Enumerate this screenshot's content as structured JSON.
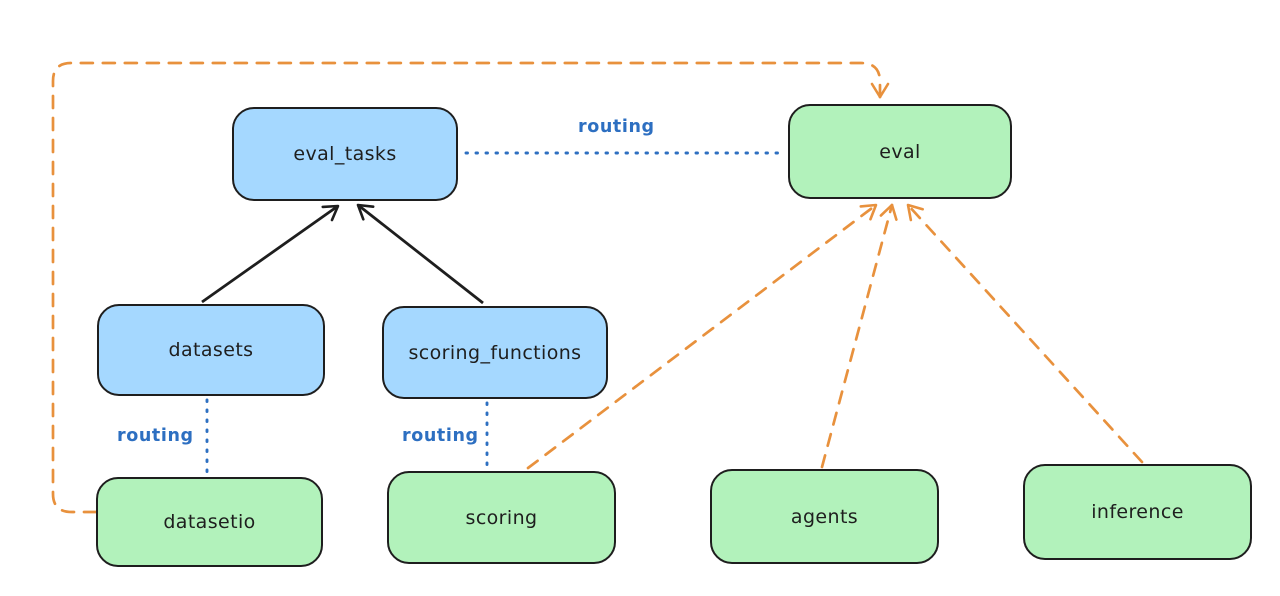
{
  "diagram": {
    "nodes": [
      {
        "id": "eval_tasks",
        "label": "eval_tasks",
        "fill": "#a5d8ff"
      },
      {
        "id": "eval",
        "label": "eval",
        "fill": "#b2f2bb"
      },
      {
        "id": "datasets",
        "label": "datasets",
        "fill": "#a5d8ff"
      },
      {
        "id": "scoring_functions",
        "label": "scoring_functions",
        "fill": "#a5d8ff"
      },
      {
        "id": "datasetio",
        "label": "datasetio",
        "fill": "#b2f2bb"
      },
      {
        "id": "scoring",
        "label": "scoring",
        "fill": "#b2f2bb"
      },
      {
        "id": "agents",
        "label": "agents",
        "fill": "#b2f2bb"
      },
      {
        "id": "inference",
        "label": "inference",
        "fill": "#b2f2bb"
      }
    ],
    "edges": [
      {
        "from": "datasets",
        "to": "eval_tasks",
        "style": "solid",
        "color": "#1e1e1e"
      },
      {
        "from": "scoring_functions",
        "to": "eval_tasks",
        "style": "solid",
        "color": "#1e1e1e"
      },
      {
        "from": "eval_tasks",
        "to": "eval",
        "style": "dotted",
        "label": "routing",
        "color": "#2d6fc1"
      },
      {
        "from": "datasets",
        "to": "datasetio",
        "style": "dotted",
        "label": "routing",
        "color": "#2d6fc1"
      },
      {
        "from": "scoring_functions",
        "to": "scoring",
        "style": "dotted",
        "label": "routing",
        "color": "#2d6fc1"
      },
      {
        "from": "scoring",
        "to": "eval",
        "style": "dashed",
        "color": "#e8913d"
      },
      {
        "from": "agents",
        "to": "eval",
        "style": "dashed",
        "color": "#e8913d"
      },
      {
        "from": "inference",
        "to": "eval",
        "style": "dashed",
        "color": "#e8913d"
      },
      {
        "from": "datasetio",
        "to": "eval",
        "style": "dashed",
        "color": "#e8913d",
        "route": "left-and-over-top"
      }
    ],
    "colors": {
      "node_blue_fill": "#a5d8ff",
      "node_green_fill": "#b2f2bb",
      "node_stroke": "#1e1e1e",
      "solid_arrow": "#1e1e1e",
      "routing_line": "#2d6fc1",
      "provider_arrow": "#e8913d",
      "background": "#ffffff"
    }
  }
}
